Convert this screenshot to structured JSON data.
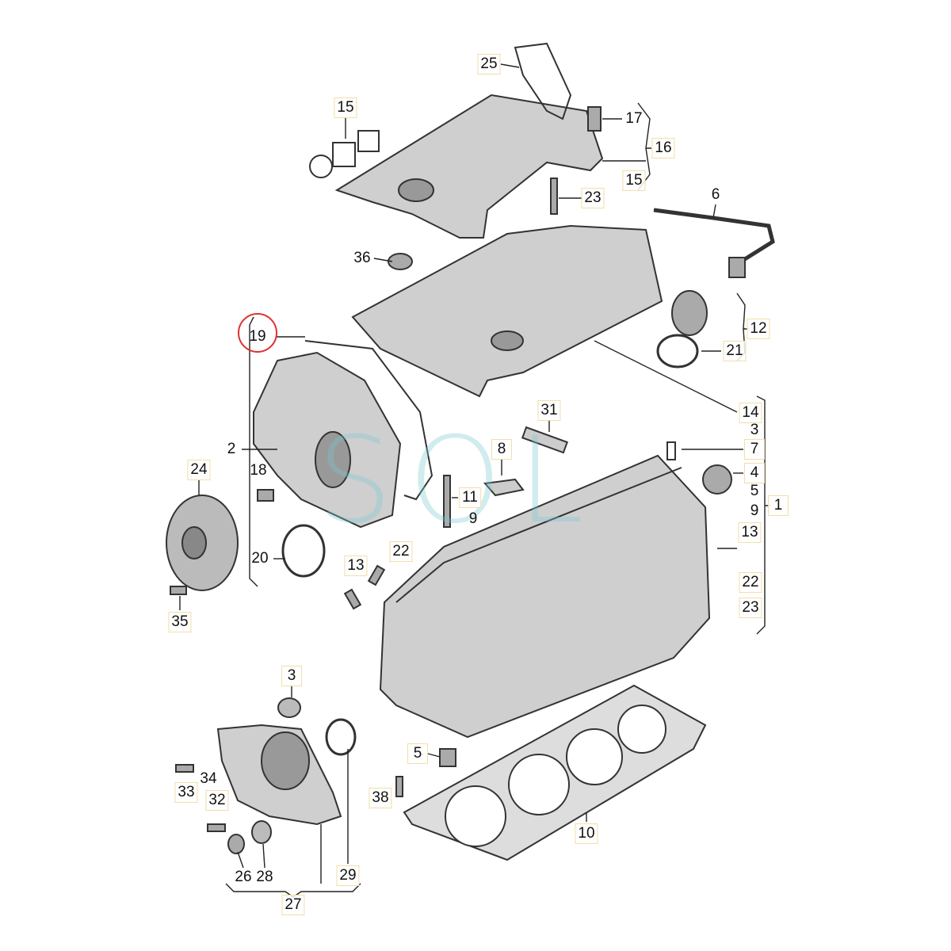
{
  "diagram": {
    "title": "Cylinder head & valve cover exploded parts diagram",
    "highlighted_part": "19"
  },
  "watermark": "SOL",
  "callouts": [
    "25",
    "15",
    "17",
    "16",
    "15",
    "23",
    "6",
    "36",
    "12",
    "21",
    "19",
    "14",
    "31",
    "3",
    "7",
    "2",
    "8",
    "4",
    "24",
    "18",
    "5",
    "11",
    "9",
    "1",
    "9",
    "13",
    "22",
    "20",
    "13",
    "22",
    "23",
    "35",
    "3",
    "5",
    "34",
    "33",
    "32",
    "38",
    "10",
    "26",
    "28",
    "29",
    "27"
  ],
  "colors": {
    "label_border": "#f3deaa",
    "highlight": "#e03030",
    "part_fill": "#c9c9c9",
    "watermark": "#78c8d2"
  }
}
